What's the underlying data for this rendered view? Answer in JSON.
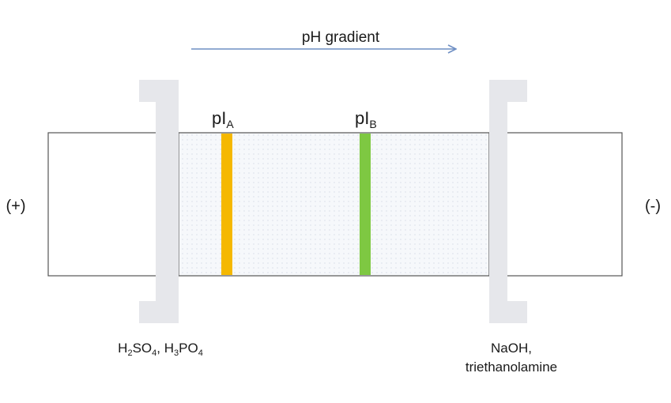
{
  "gradient": {
    "label": "pH gradient",
    "arrow_color": "#6f8fc4"
  },
  "electrodes": {
    "anode": {
      "sign": "(+)",
      "solution_parts": [
        "H",
        "2",
        "SO",
        "4",
        ", H",
        "3",
        "PO",
        "4"
      ]
    },
    "cathode": {
      "sign": "(-)",
      "solution_line1": "NaOH,",
      "solution_line2": "triethanolamine"
    }
  },
  "bands": [
    {
      "base": "pI",
      "sub": "A",
      "color": "#f5b800"
    },
    {
      "base": "pI",
      "sub": "B",
      "color": "#7ec842"
    }
  ],
  "colors": {
    "outline": "#555555",
    "clamp": "#e6e7eb",
    "gel": "#f6f8fb",
    "gel_dots": "#d5dce6"
  }
}
